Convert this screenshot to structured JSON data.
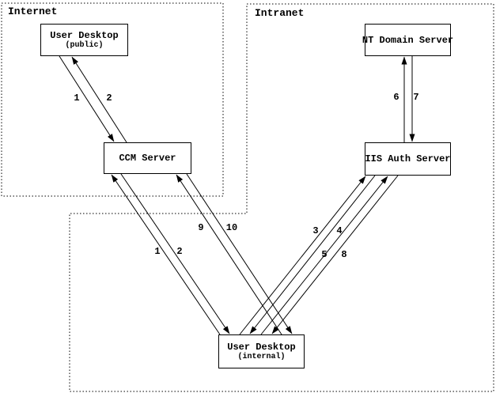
{
  "zones": {
    "internet": "Internet",
    "intranet": "Intranet"
  },
  "nodes": {
    "public_desktop": {
      "title": "User Desktop",
      "subtitle": "(public)"
    },
    "ccm": {
      "title": "CCM Server"
    },
    "nt_domain": {
      "title": "NT Domain Server"
    },
    "iis_auth": {
      "title": "IIS Auth Server"
    },
    "internal_desktop": {
      "title": "User Desktop",
      "subtitle": "(internal)"
    }
  },
  "flow_labels": {
    "public_1": "1",
    "public_2": "2",
    "internal_1": "1",
    "internal_2": "2",
    "f3": "3",
    "f4": "4",
    "f5": "5",
    "f6": "6",
    "f7": "7",
    "f8": "8",
    "f9": "9",
    "f10": "10"
  },
  "colors": {
    "line": "#000000",
    "background": "#ffffff"
  }
}
